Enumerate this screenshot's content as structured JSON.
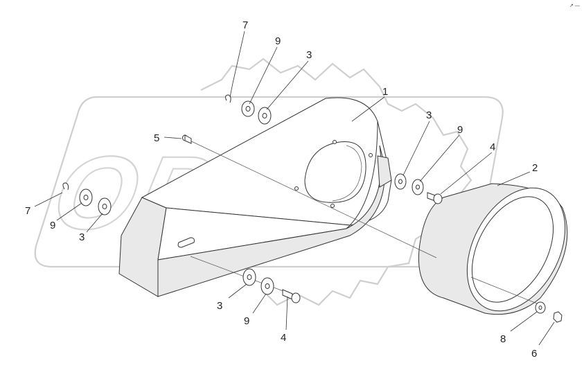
{
  "watermark": {
    "text": "OPEX"
  },
  "corner_mark": "↗ —",
  "callouts": [
    {
      "id": "c7a",
      "label": "7"
    },
    {
      "id": "c9a",
      "label": "9"
    },
    {
      "id": "c3a",
      "label": "3"
    },
    {
      "id": "c1",
      "label": "1"
    },
    {
      "id": "c5",
      "label": "5"
    },
    {
      "id": "c3b",
      "label": "3"
    },
    {
      "id": "c9b",
      "label": "9"
    },
    {
      "id": "c4a",
      "label": "4"
    },
    {
      "id": "c2",
      "label": "2"
    },
    {
      "id": "c7b",
      "label": "7"
    },
    {
      "id": "c9c",
      "label": "9"
    },
    {
      "id": "c3c",
      "label": "3"
    },
    {
      "id": "c3d",
      "label": "3"
    },
    {
      "id": "c9d",
      "label": "9"
    },
    {
      "id": "c4b",
      "label": "4"
    },
    {
      "id": "c8",
      "label": "8"
    },
    {
      "id": "c6",
      "label": "6"
    }
  ]
}
